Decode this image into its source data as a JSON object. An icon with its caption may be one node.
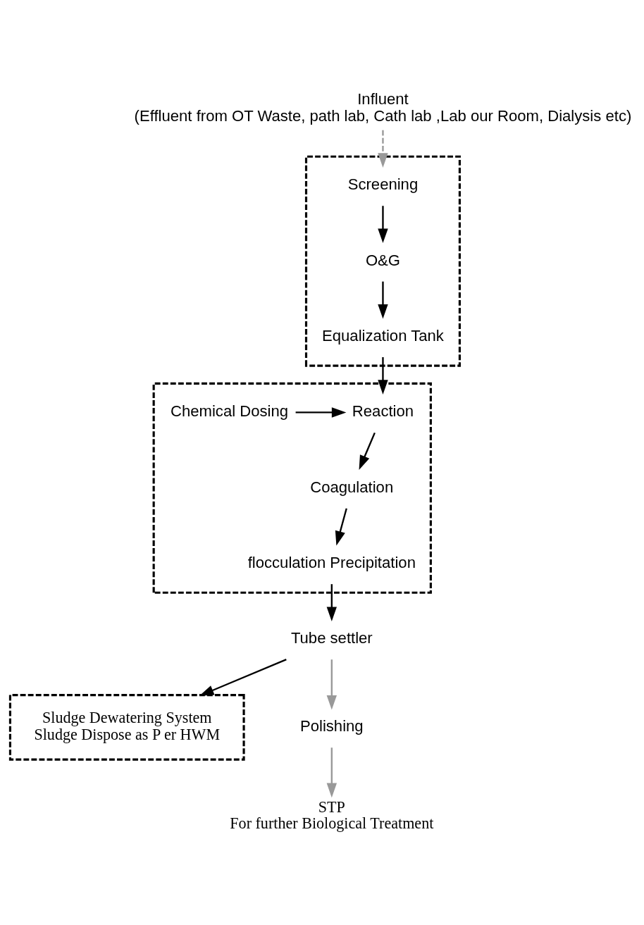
{
  "diagram": {
    "nodes": [
      {
        "text": [
          "Influent",
          "(Effluent from OT Waste, path lab, Cath lab ,Lab our Room, Dialysis etc)"
        ]
      },
      {
        "text": [],
        "shape": "box"
      },
      {
        "text": [
          "Screening"
        ],
        "in": 1
      },
      {
        "text": [
          "O&G"
        ],
        "in": 1
      },
      {
        "text": [
          "Equalization Tank"
        ],
        "in": 1
      },
      {
        "text": [],
        "shape": "box"
      },
      {
        "text": [
          "Chemical Dosing"
        ],
        "in": 5
      },
      {
        "text": [
          "Reaction"
        ],
        "in": 5
      },
      {
        "text": [
          "Coagulation"
        ],
        "in": 5
      },
      {
        "text": [
          "flocculation Precipitation"
        ],
        "in": 5
      },
      {
        "text": [
          "Sludge Dewatering System",
          "Sludge Dispose as P er HWM"
        ]
      },
      {
        "text": [
          "Tube settler"
        ]
      },
      {
        "text": [
          "Polishing"
        ]
      },
      {
        "text": [
          "STP",
          "For further Biological Treatment"
        ]
      }
    ],
    "edges": [
      {
        "from": 0,
        "to": 2,
        "arrow": "to",
        "style": "dashed",
        "color": "#999999"
      },
      {
        "from": 2,
        "to": 3,
        "arrow": "to"
      },
      {
        "from": 3,
        "to": 4,
        "arrow": "to"
      },
      {
        "from": 4,
        "to": 7,
        "arrow": "to"
      },
      {
        "from": 6,
        "to": 7,
        "arrow": "to"
      },
      {
        "from": 7,
        "to": 8,
        "arrow": "to"
      },
      {
        "from": 8,
        "to": 9,
        "arrow": "to"
      },
      {
        "from": 9,
        "to": 11,
        "arrow": "to"
      },
      {
        "from": 11,
        "to": 10,
        "arrow": "to"
      },
      {
        "from": 11,
        "to": 12,
        "arrow": "to",
        "color": "#999999"
      },
      {
        "from": 12,
        "to": 13,
        "arrow": "to",
        "color": "#999999"
      }
    ]
  }
}
